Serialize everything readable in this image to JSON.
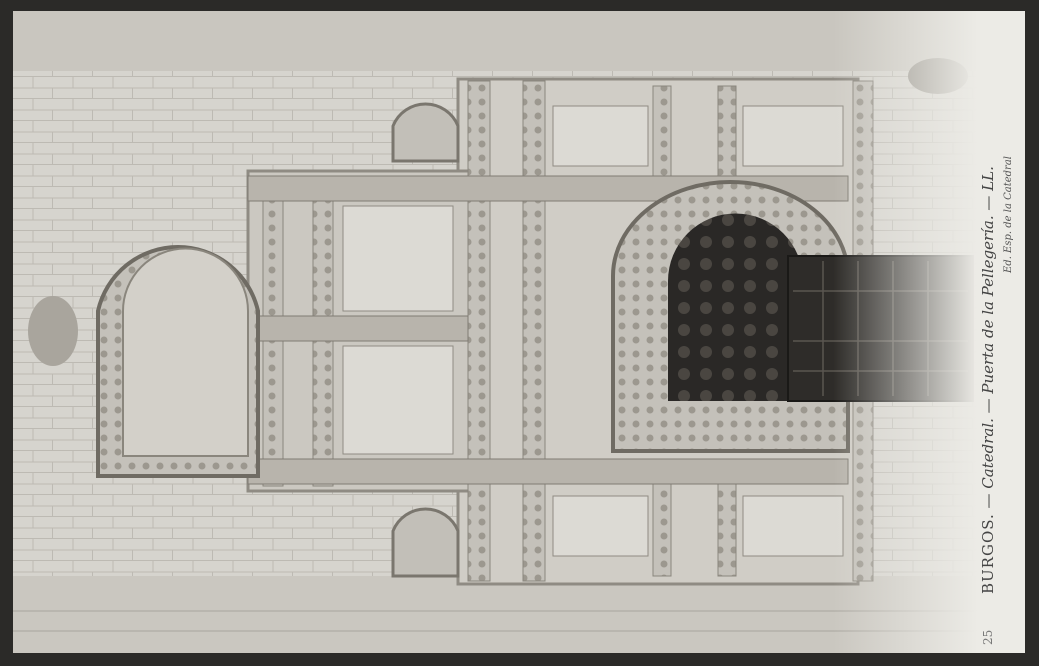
{
  "postcard": {
    "number": "25",
    "city": "BURGOS.",
    "caption": " — Catedral. — Puerta de la Pellegería. — LL.",
    "publisher": "Ed. Esp. de la Catedral"
  },
  "colors": {
    "border": "#2b2a28",
    "paper": "#ecebe6",
    "stone": "#cfcdc7",
    "door": "#2e2c29"
  }
}
